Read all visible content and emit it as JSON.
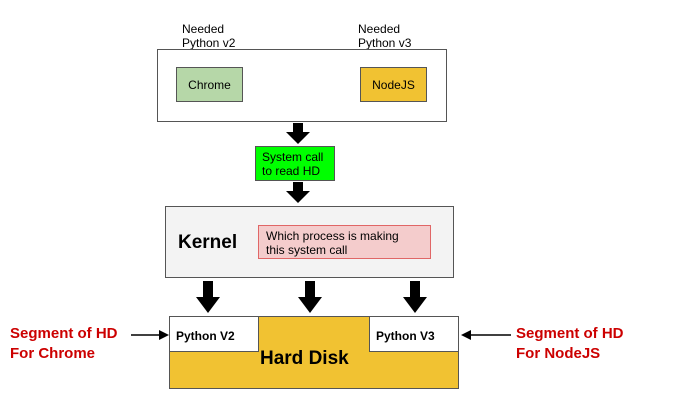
{
  "process_layer": {
    "chrome_note_line1": "Needed",
    "chrome_note_line2": "Python v2",
    "nodejs_note_line1": "Needed",
    "nodejs_note_line2": "Python v3",
    "chrome_label": "Chrome",
    "nodejs_label": "NodeJS"
  },
  "syscall": {
    "line1": "System call",
    "line2": "to read HD"
  },
  "kernel": {
    "label": "Kernel",
    "question_line1": "Which process is making",
    "question_line2": "this system call"
  },
  "disk": {
    "label": "Hard Disk",
    "segment_left": "Python V2",
    "segment_right": "Python V3",
    "left_annotation_line1": "Segment of HD",
    "left_annotation_line2": "For Chrome",
    "right_annotation_line1": "Segment of HD",
    "right_annotation_line2": "For NodeJS"
  },
  "colors": {
    "chrome_fill": "#b6d7a8",
    "nodejs_fill": "#f1c232",
    "syscall_fill": "#00ff00",
    "kernel_fill": "#f3f3f3",
    "question_fill": "#f4cccc",
    "question_border": "#e06666",
    "disk_fill": "#f1c232",
    "annotation_text": "#cc0000"
  }
}
